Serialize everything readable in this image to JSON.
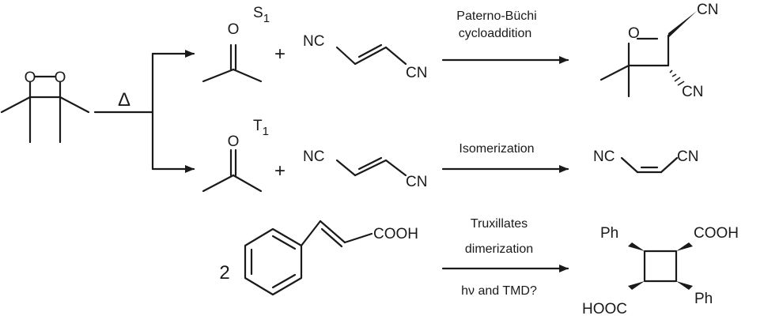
{
  "heat_symbol": "Δ",
  "dioxetane": {
    "oxygen_1": "O",
    "oxygen_2": "O"
  },
  "branch_singlet": {
    "carbonyl_oxygen": "O",
    "state_letter": "S",
    "state_subscript": "1",
    "plus": "+",
    "nitrile_left": "NC",
    "nitrile_right": "CN",
    "condition_line1": "Paterno-Büchi",
    "condition_line2": "cycloaddition",
    "product_ring_oxygen": "O",
    "product_cn_top": "CN",
    "product_cn_bottom": "CN"
  },
  "branch_triplet": {
    "carbonyl_oxygen": "O",
    "state_letter": "T",
    "state_subscript": "1",
    "plus": "+",
    "nitrile_left": "NC",
    "nitrile_right": "CN",
    "condition": "Isomerization",
    "product_nc": "NC",
    "product_cn": "CN"
  },
  "cinnamic_reaction": {
    "coefficient": "2",
    "acid_group": "COOH",
    "condition_line1": "Truxillates",
    "condition_line2": "dimerization",
    "condition_line3": "hν and TMD?",
    "product_ph_top": "Ph",
    "product_cooh_top": "COOH",
    "product_hooc_bottom": "HOOC",
    "product_ph_bottom": "Ph"
  },
  "colors": {
    "ink": "#1a1a1a",
    "background": "#ffffff"
  }
}
